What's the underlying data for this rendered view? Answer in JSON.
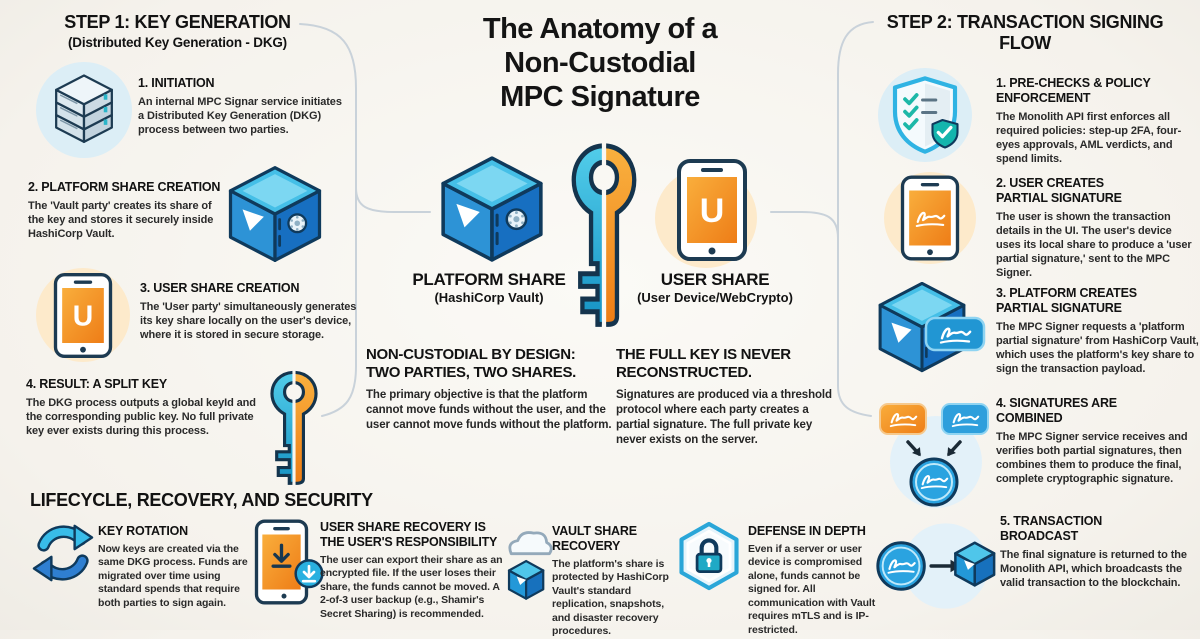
{
  "title": {
    "line1": "The Anatomy of a",
    "line2": "Non-Custodial",
    "line3": "MPC Signature"
  },
  "colors": {
    "accent_blue": "#2196d3",
    "accent_cyan": "#45bfe7",
    "accent_orange": "#f29a2e",
    "accent_teal": "#18b4a8",
    "connector_gray": "#c9d2da"
  },
  "step1": {
    "heading": "STEP 1: KEY GENERATION",
    "subheading": "(Distributed Key Generation - DKG)",
    "items": [
      {
        "icon": "server-icon",
        "title": "1. INITIATION",
        "body": "An internal MPC Signar service initiates a Distributed Key Generation (DKG) process between two parties."
      },
      {
        "icon": "vault-cube-icon",
        "title": "2. PLATFORM SHARE CREATION",
        "body": "The 'Vault party' creates its share of the key and stores it securely inside HashiCorp Vault."
      },
      {
        "icon": "user-phone-icon",
        "title": "3. USER SHARE CREATION",
        "body": "The 'User party' simultaneously generates its key share locally on the user's device, where it is stored in secure storage."
      },
      {
        "icon": "split-key-icon",
        "title": "4. RESULT: A SPLIT KEY",
        "body": "The DKG process outputs a global keyId and the corresponding public key. No full private key ever exists during this process."
      }
    ]
  },
  "center": {
    "platform_share": {
      "label": "PLATFORM SHARE",
      "sublabel": "(HashiCorp Vault)"
    },
    "user_share": {
      "label": "USER SHARE",
      "sublabel": "(User Device/WebCrypto)"
    },
    "noncustodial": {
      "heading": "NON-CUSTODIAL BY DESIGN: TWO PARTIES, TWO SHARES.",
      "body": "The primary objective is that the platform cannot move funds without the user, and the user cannot move funds without the platform."
    },
    "fullkey": {
      "heading": "THE FULL KEY IS NEVER RECONSTRUCTED.",
      "body": "Signatures are produced via a threshold protocol where each party creates a partial signature. The full private key never exists on the server."
    }
  },
  "step2": {
    "heading": "STEP 2: TRANSACTION SIGNING FLOW",
    "items": [
      {
        "icon": "shield-checklist-icon",
        "title": "1. PRE-CHECKS & POLICY ENFORCEMENT",
        "body": "The Monolith API first enforces all required policies: step-up 2FA, four-eyes approvals, AML verdicts, and spend limits."
      },
      {
        "icon": "phone-signature-icon",
        "title": "2. USER CREATES PARTIAL SIGNATURE",
        "body": "The user is shown the transaction details in the UI. The user's device uses its local share to produce a 'user partial signature,' sent to the MPC Signer."
      },
      {
        "icon": "vault-signature-icon",
        "title": "3. PLATFORM CREATES PARTIAL SIGNATURE",
        "body": "The MPC Signer requests a 'platform partial signature' from HashiCorp Vault, which uses the platform's key share to sign the transaction payload."
      },
      {
        "icon": "signatures-combine-icon",
        "title": "4. SIGNATURES ARE COMBINED",
        "body": "The MPC Signer service receives and verifies both partial signatures, then combines them to produce the final, complete cryptographic signature."
      },
      {
        "icon": "signature-to-blockchain-icon",
        "title": "5. TRANSACTION BROADCAST",
        "body": "The final signature is returned to the Monolith API, which broadcasts the valid transaction to the blockchain."
      }
    ]
  },
  "lifecycle": {
    "heading": "LIFECYCLE, RECOVERY, AND SECURITY",
    "items": [
      {
        "icon": "rotation-arrows-icon",
        "title": "KEY ROTATION",
        "body": "Now keys are created via the same DKG process. Funds are migrated over time using standard spends that require both parties to sign again."
      },
      {
        "icon": "phone-export-icon",
        "title": "USER SHARE RECOVERY IS THE USER'S RESPONSIBILITY",
        "body": "The user can export their share as an encrypted file. If the user loses their share, the funds cannot be moved. A 2-of-3 user backup (e.g., Shamir's Secret Sharing) is recommended."
      },
      {
        "icon": "cloud-cube-icon",
        "title": "VAULT SHARE RECOVERY",
        "body": "The platform's share is protected by HashiCorp Vault's standard replication, snapshots, and disaster recovery procedures."
      },
      {
        "icon": "hexagon-lock-icon",
        "title": "DEFENSE IN DEPTH",
        "body": "Even if a server or user device is compromised alone, funds cannot be signed for. All communication with Vault requires mTLS and is IP-restricted."
      }
    ]
  }
}
